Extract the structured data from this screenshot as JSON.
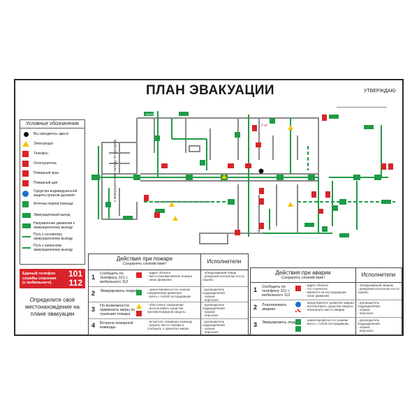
{
  "title": "ПЛАН ЭВАКУАЦИИ",
  "approve": "УТВЕРЖДАЮ",
  "legend": {
    "title": "Условные обозначения",
    "items": [
      {
        "label": "Вы находитесь здесь!",
        "icon": "you-are-here-dot"
      },
      {
        "label": "Электрощит",
        "icon": "electrical-panel-icon"
      },
      {
        "label": "Телефон",
        "icon": "phone-icon"
      },
      {
        "label": "Огнетушитель",
        "icon": "fire-extinguisher-icon"
      },
      {
        "label": "Пожарный кран",
        "icon": "fire-hydrant-icon"
      },
      {
        "label": "Пожарный щит",
        "icon": "fire-board-icon"
      },
      {
        "label": "Средства индивидуальной защиты органов дыхания",
        "icon": "respirator-icon"
      },
      {
        "label": "Аптечка первой помощи",
        "icon": "first-aid-icon"
      },
      {
        "label": "Эвакуационный выход",
        "icon": "exit-sign-icon"
      },
      {
        "label": "Направление движения к эвакуационному выходу",
        "icon": "direction-arrow-icon"
      },
      {
        "label": "Путь к основному эвакуационному выходу",
        "icon": "main-route-line"
      },
      {
        "label": "Путь к запасному эвакуационному выходу",
        "icon": "spare-route-line"
      }
    ]
  },
  "emergency_phone": {
    "label": "Единый телефон службы спасения (с мобильного)",
    "num1": "101",
    "num2": "112"
  },
  "locate_text": "Определите своё местонахождение на плане эвакуации",
  "plan_labels": {
    "corridor_vertical": "к эвакуационному выходу по коридору",
    "floor_marker": "2 эт.",
    "exit_small": "ВЫХОД"
  },
  "fire_panel": {
    "title": "Действия при пожаре",
    "subtitle": "Сохранять спокойствие!",
    "exec_title": "Исполнители",
    "steps": [
      {
        "num": "1",
        "text": "Сообщить по телефону 101 с мобильного 112",
        "detail": "- адрес объекта\n- место возникновения пожара\n- свою фамилию",
        "exec": "- обнаруживший пожар\n- дежурный контролер поста охраны"
      },
      {
        "num": "2",
        "text": "Эвакуировать людей",
        "detail": "- ориентироваться по знакам направления движения\n- взять с собой пострадавших",
        "exec": "- руководитель подразделения\n- охрана\n- персонал"
      },
      {
        "num": "3",
        "text": "По возможности применить меры по тушению пожара",
        "detail": "- обесточить помещение\n- использовать средства противопожарной защиты",
        "exec": "- руководитель подразделения\n- охрана\n- персонал"
      },
      {
        "num": "4",
        "text": "Встреча пожарной команды",
        "detail": "- встретить пожарную команду\n- указать место пожара и сообщить о принятых мерах",
        "exec": "- руководитель подразделения\n- охрана\n- персонал"
      }
    ]
  },
  "accident_panel": {
    "title": "Действия при аварии",
    "subtitle": "Сохранять спокойствие!",
    "exec_title": "Исполнители",
    "steps": [
      {
        "num": "1",
        "text": "Сообщить по телефону 101 с мобильного 112",
        "detail": "- адрес объекта\n- что случилось\n- имеются ли пострадавшие\n- свою фамилию",
        "exec": "- обнаруживший аварию\n- дежурный контролер поста охраны"
      },
      {
        "num": "2",
        "text": "Локализовать аварию",
        "detail": "- предотвратить развитие аварии\n- использовать средства защиты\n- обозначить место аварии",
        "exec": "- руководитель подразделения\n- охрана\n- персонал"
      },
      {
        "num": "3",
        "text": "Эвакуировать людей",
        "detail": "- ориентироваться по знакам\n- взять с собой пострадавших",
        "exec": "- руководитель подразделения\n- охрана\n- персонал"
      }
    ]
  },
  "colors": {
    "green": "#1e9a46",
    "red": "#d9232a",
    "yellow": "#f4c400",
    "blue": "#1a73c8"
  }
}
